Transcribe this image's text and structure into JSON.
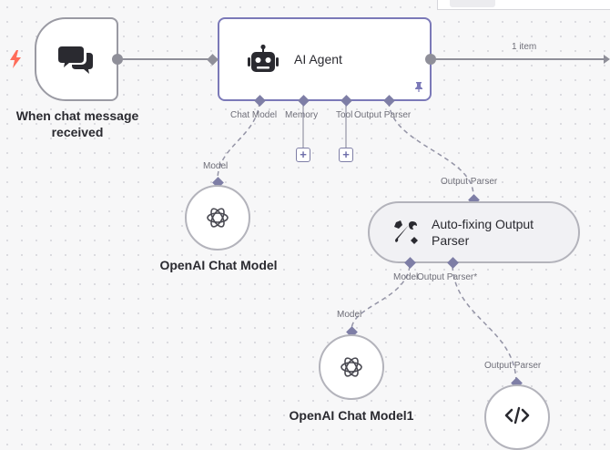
{
  "nodes": {
    "trigger": {
      "title_line1": "When chat message",
      "title_line2": "received"
    },
    "agent": {
      "title": "AI Agent"
    },
    "chat_model": {
      "title": "OpenAI Chat Model"
    },
    "parser": {
      "title_line1": "Auto-fixing Output",
      "title_line2": "Parser"
    },
    "chat_model1": {
      "title": "OpenAI Chat Model1"
    }
  },
  "ports": {
    "agent_chat_model": "Chat Model",
    "agent_memory": "Memory",
    "agent_tool": "Tool",
    "agent_output_parser": "Output Parser",
    "chat_model_in": "Model",
    "parser_in": "Output Parser",
    "parser_model": "Model",
    "parser_output_parser": "Output Parser*",
    "chat_model1_in": "Model",
    "code_parser_in": "Output Parser"
  },
  "edges": {
    "agent_output_label": "1 item"
  },
  "icons": {
    "trigger": "chat-bubbles-icon",
    "agent": "robot-icon",
    "openai": "openai-icon",
    "parser": "tools-icon",
    "code": "code-brackets-icon",
    "pin": "pin-icon",
    "bolt": "lightning-bolt-icon"
  },
  "colors": {
    "accent": "#7b79b8",
    "bolt": "#ff6d5a"
  }
}
